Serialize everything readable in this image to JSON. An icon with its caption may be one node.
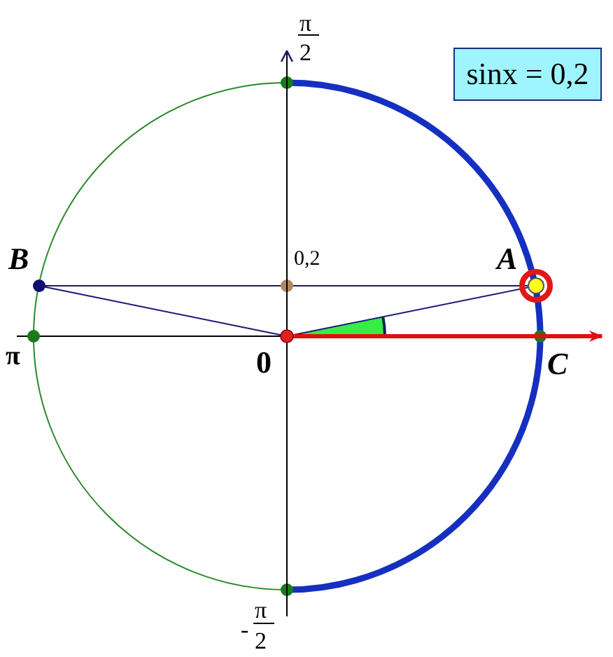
{
  "diagram": {
    "nodes": [
      {
        "text": [
          "sinx = 0,2"
        ]
      }
    ],
    "labels": [
      "π",
      "2",
      "B",
      "0,2",
      "A",
      "π",
      "0",
      "C",
      "π",
      "-",
      "2"
    ]
  }
}
